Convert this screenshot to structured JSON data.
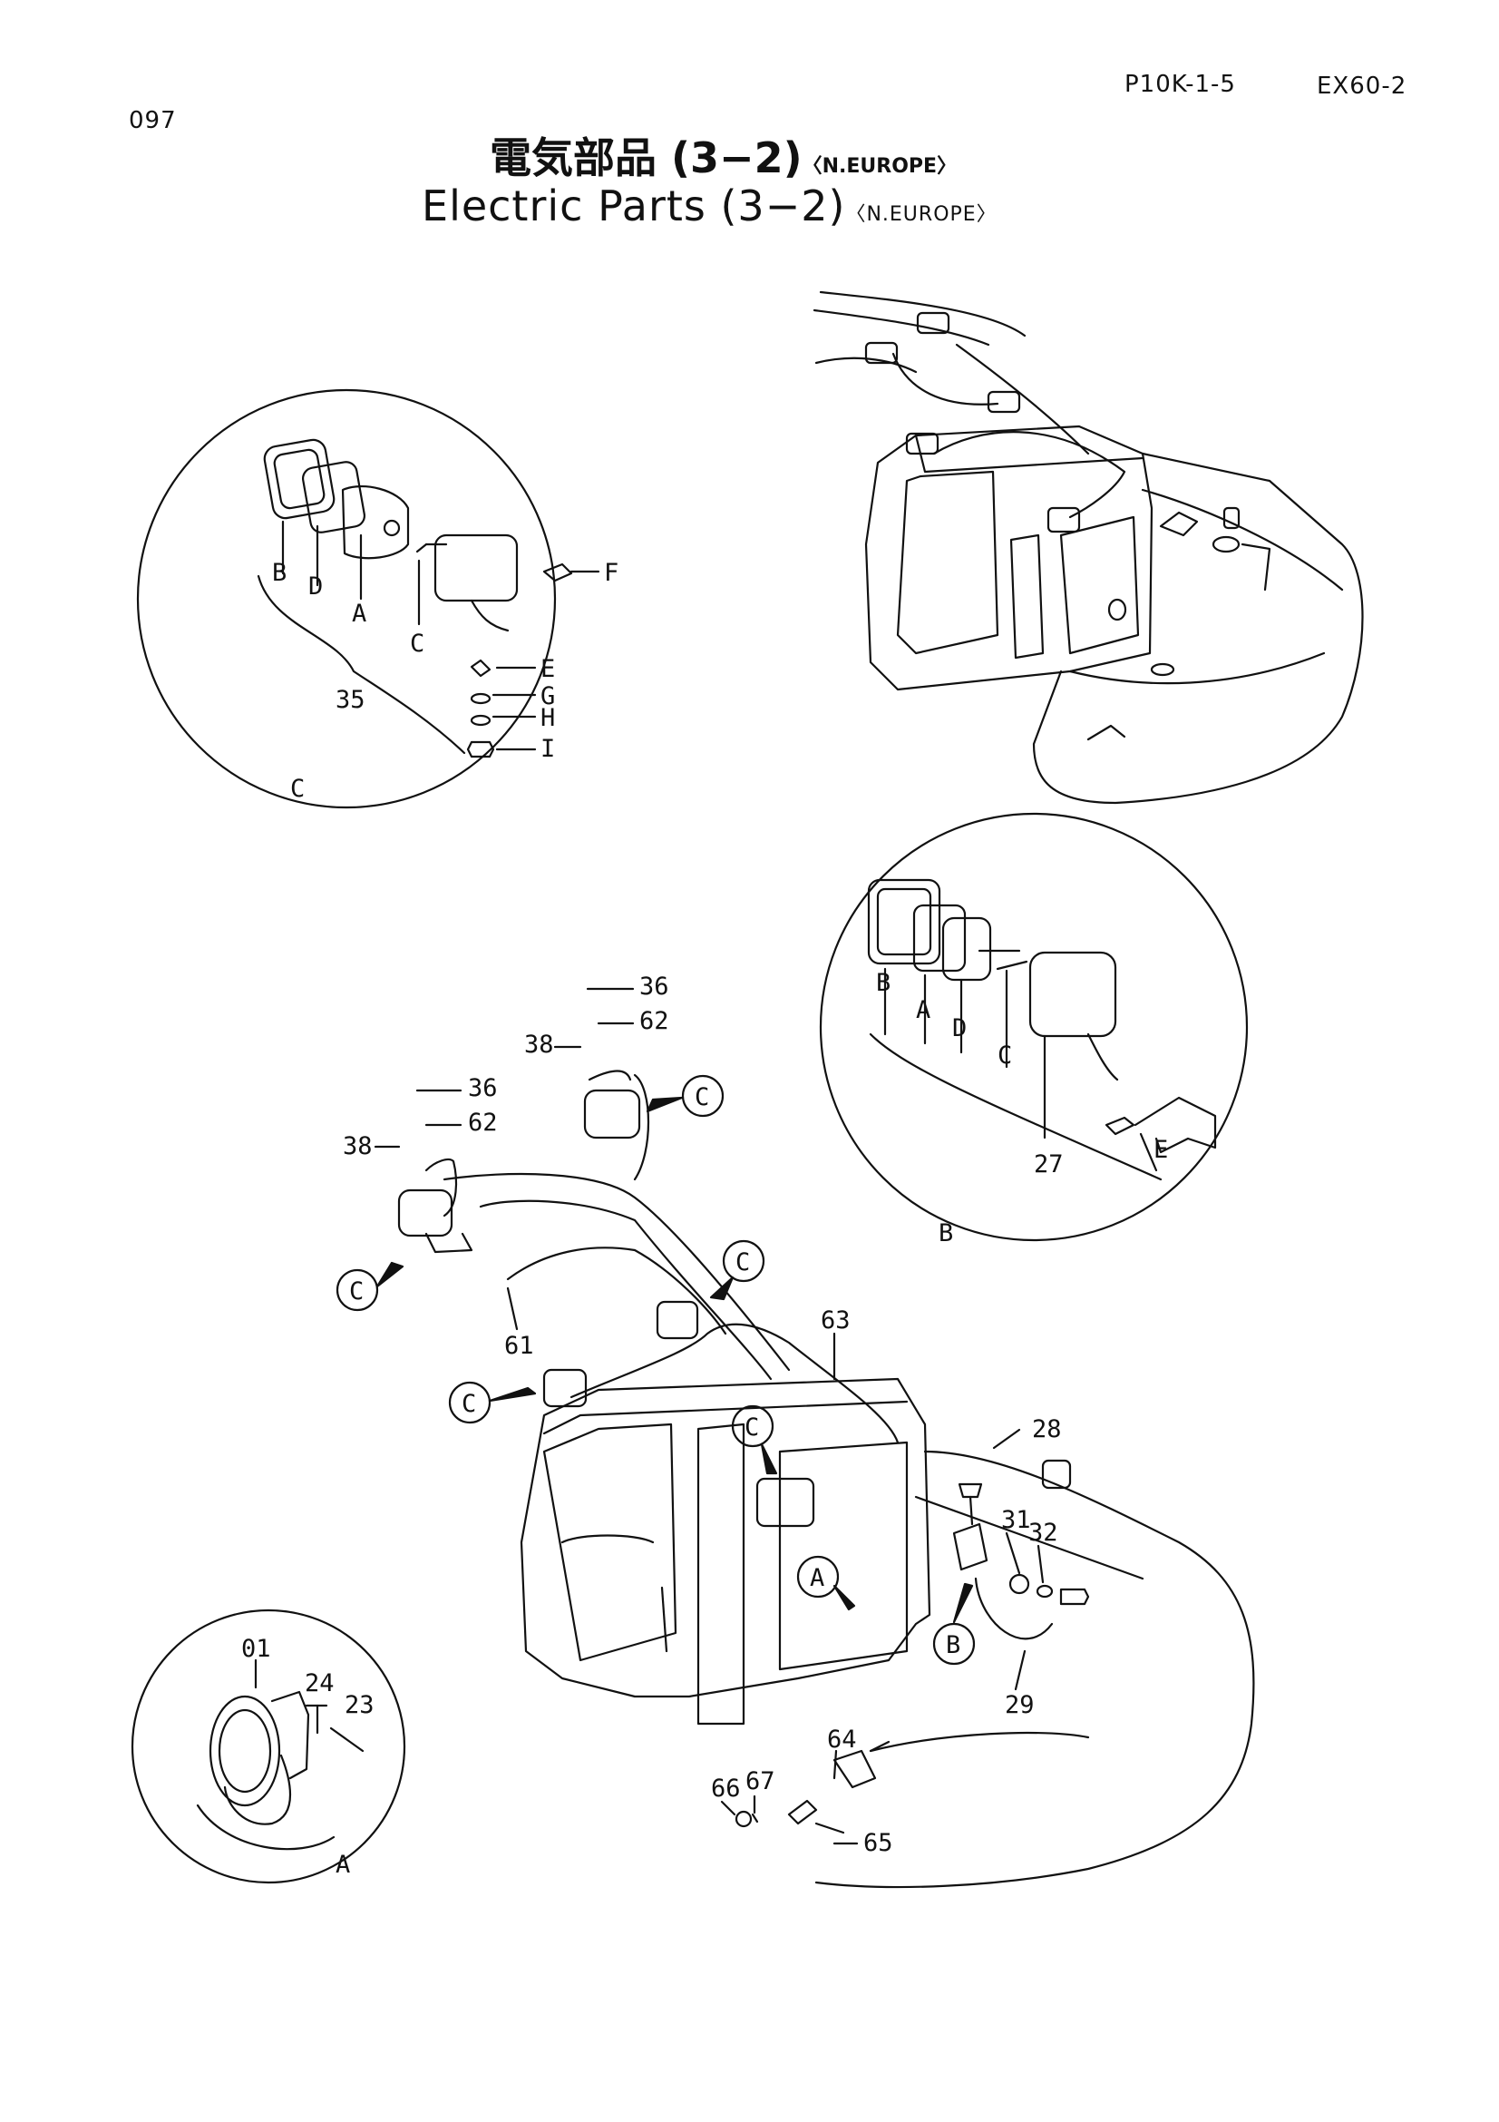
{
  "header": {
    "page_number": "097",
    "reference_code": "P10K-1-5",
    "model_code": "EX60-2"
  },
  "title": {
    "japanese": "電気部品 (3−2)",
    "english": "Electric Parts (3−2)",
    "region_tag": "〈N.EUROPE〉"
  },
  "detail_c": {
    "view_label": "C",
    "assembly_number": "35",
    "parts": [
      "B",
      "D",
      "A",
      "C",
      "F",
      "E",
      "G",
      "H",
      "I"
    ]
  },
  "detail_b": {
    "view_label": "B",
    "assembly_number": "27",
    "parts": [
      "B",
      "A",
      "D",
      "C",
      "E"
    ]
  },
  "detail_a": {
    "view_label": "A",
    "parts": [
      "01",
      "24",
      "23"
    ]
  },
  "main_view": {
    "part_numbers": [
      "36",
      "62",
      "38",
      "36",
      "62",
      "38",
      "61",
      "63",
      "28",
      "31",
      "32",
      "29",
      "64",
      "66",
      "67",
      "65"
    ],
    "view_refs": [
      "C",
      "C",
      "C",
      "C",
      "C",
      "A",
      "B"
    ]
  }
}
